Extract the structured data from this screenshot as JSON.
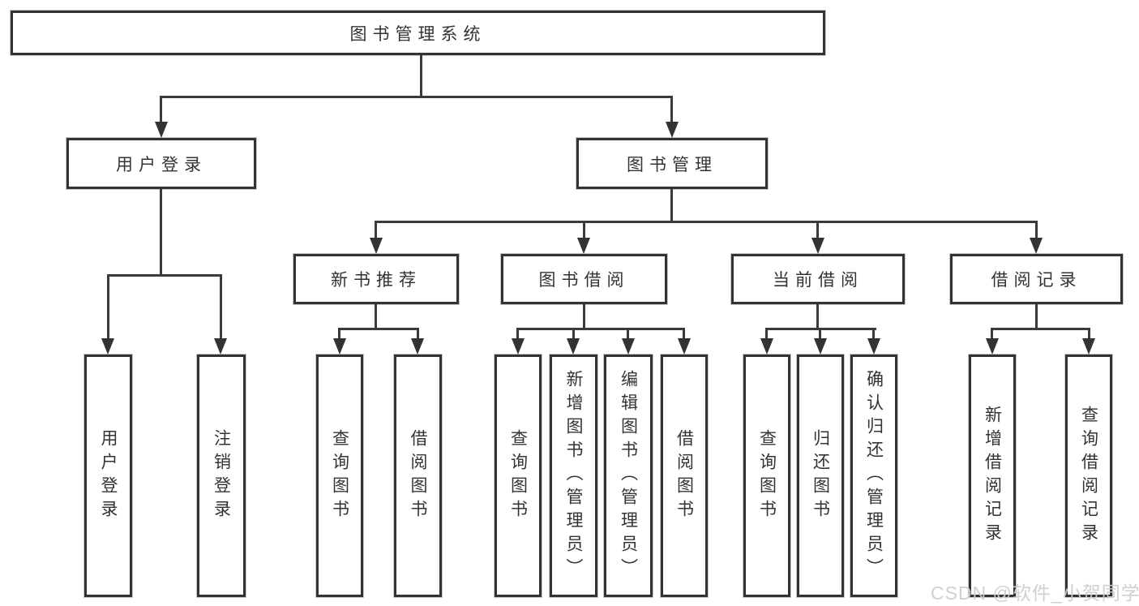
{
  "diagram": {
    "root": "图书管理系统",
    "branches": [
      {
        "label": "用户登录",
        "children": [
          "用户登录",
          "注销登录"
        ]
      },
      {
        "label": "图书管理",
        "groups": [
          {
            "label": "新书推荐",
            "children": [
              "查询图书",
              "借阅图书"
            ]
          },
          {
            "label": "图书借阅",
            "children": [
              "查询图书",
              "新增图书（管理员）",
              "编辑图书（管理员）",
              "借阅图书"
            ]
          },
          {
            "label": "当前借阅",
            "children": [
              "查询图书",
              "归还图书",
              "确认归还（管理员）"
            ]
          },
          {
            "label": "借阅记录",
            "children": [
              "新增借阅记录",
              "查询借阅记录"
            ]
          }
        ]
      }
    ]
  },
  "colors": {
    "line": "#3a3a3a",
    "box_border": "#333333",
    "text": "#333333",
    "background": "#ffffff",
    "watermark": "#cecece"
  },
  "watermark": "CSDN @软件_小贺同学"
}
